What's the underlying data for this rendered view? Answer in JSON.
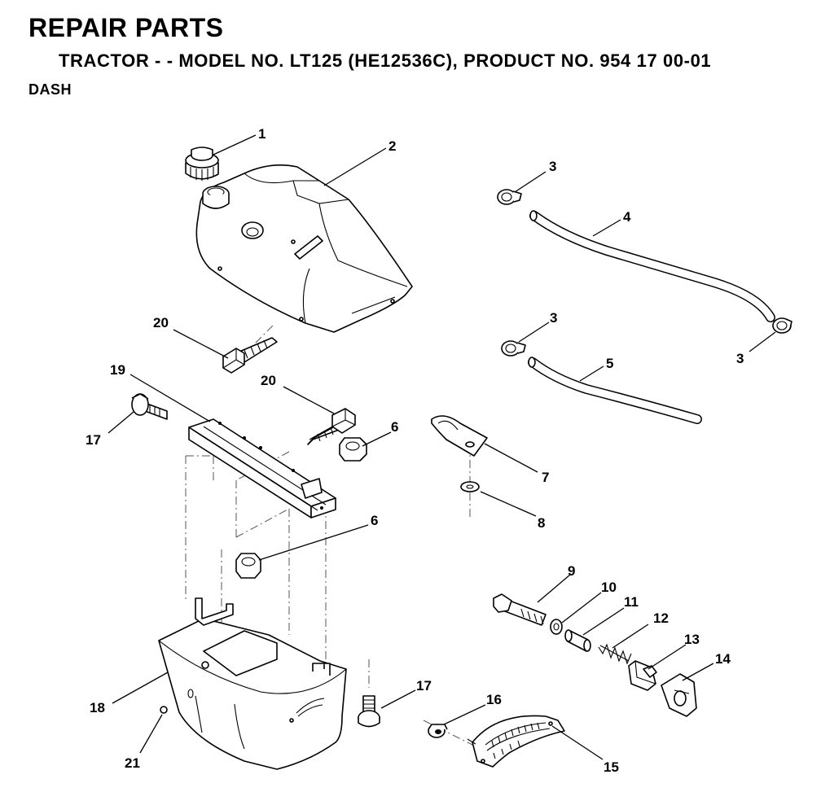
{
  "header": {
    "title": "REPAIR PARTS",
    "subtitle": "TRACTOR - - MODEL NO. LT125 (HE12536C),  PRODUCT NO. 954 17 00-01",
    "section": "DASH"
  },
  "callouts": {
    "c1": "1",
    "c2": "2",
    "c3a": "3",
    "c3b": "3",
    "c3c": "3",
    "c4": "4",
    "c5": "5",
    "c6a": "6",
    "c6b": "6",
    "c7": "7",
    "c8": "8",
    "c9": "9",
    "c10": "10",
    "c11": "11",
    "c12": "12",
    "c13": "13",
    "c14": "14",
    "c15": "15",
    "c16": "16",
    "c17a": "17",
    "c17b": "17",
    "c18": "18",
    "c19": "19",
    "c20a": "20",
    "c20b": "20",
    "c21": "21"
  }
}
